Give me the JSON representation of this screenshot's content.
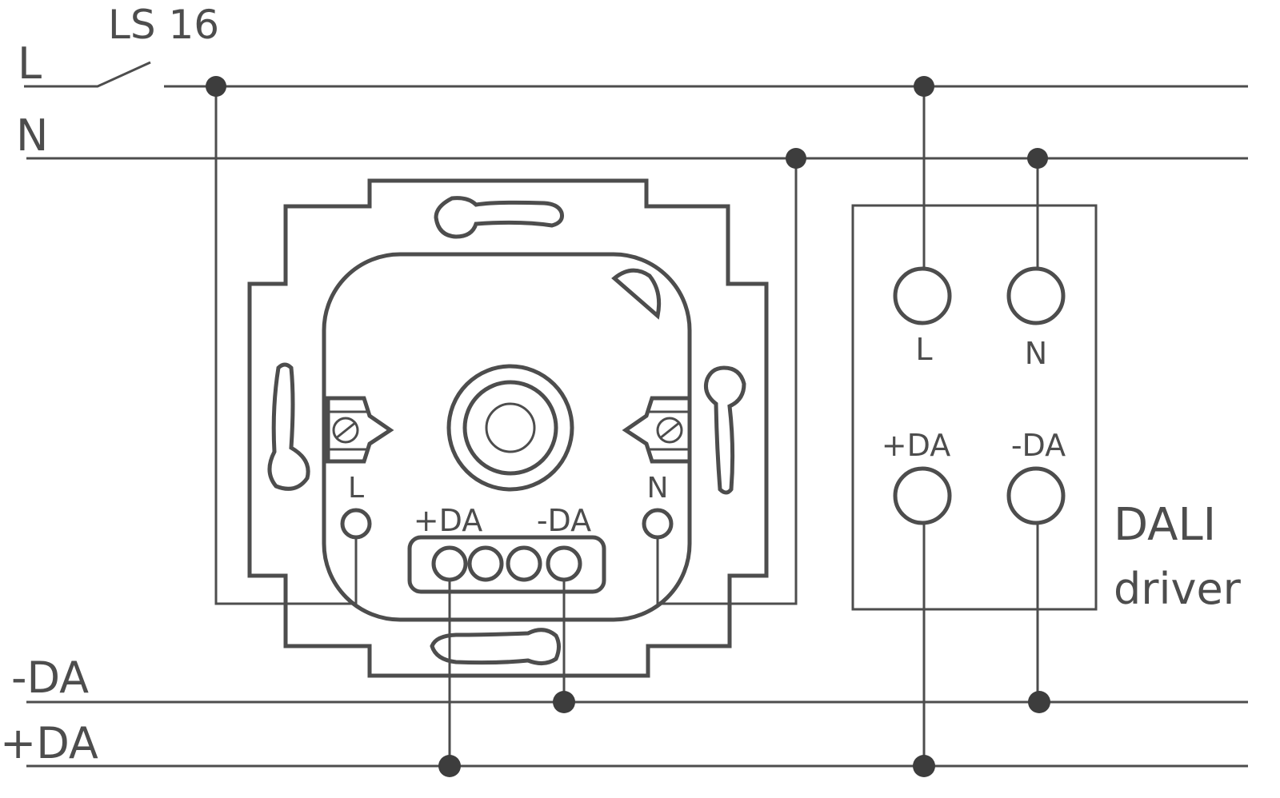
{
  "lines": {
    "L": "L",
    "N": "N",
    "minus_da": "-DA",
    "plus_da": "+DA",
    "breaker": "LS 16"
  },
  "dimmer": {
    "terminal_L": "L",
    "terminal_N": "N",
    "terminal_plus_da": "+DA",
    "terminal_minus_da": "-DA"
  },
  "driver": {
    "title_line1": "DALI",
    "title_line2": "driver",
    "terminal_L": "L",
    "terminal_N": "N",
    "terminal_plus_da": "+DA",
    "terminal_minus_da": "-DA"
  },
  "colors": {
    "stroke": "#4d4d4d"
  }
}
